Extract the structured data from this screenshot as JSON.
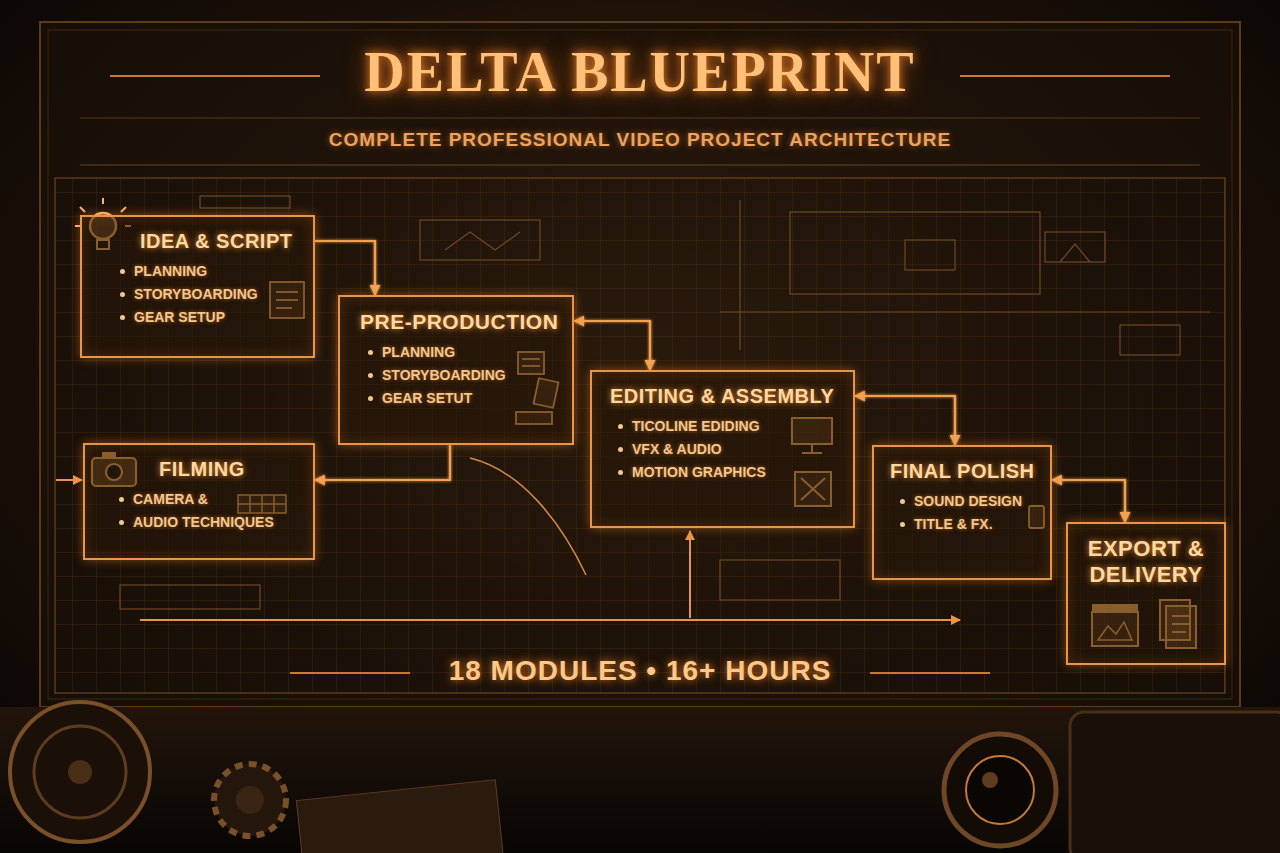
{
  "diagram": {
    "title": "DELTA BLUEPRINT",
    "nodes": [
      {
        "text": [
          "IDEA & SCRIPT",
          "PLANNING",
          "STORYBOARDING",
          "GEAR SETUP"
        ]
      },
      {
        "text": [
          "PRE-PRODUCTION",
          "PLANNING",
          "STORYBOARDING",
          "GEAR SETUT"
        ]
      },
      {
        "text": [
          "EDITING & ASSEMBLY",
          "TICOLINE EDIDING",
          "VFX & AUDIO",
          "MOTION GRAPHICS"
        ]
      },
      {
        "text": [
          "FILMING",
          "CAMERA &",
          "AUDIO TECHNIQUES"
        ]
      },
      {
        "text": [
          "FINAL POLISH",
          "SOUND DESIGN",
          "TITLE & FX."
        ]
      },
      {
        "text": [
          "EXPORT & DELIVERY"
        ]
      }
    ],
    "edges": [
      {
        "from": 0,
        "to": 1,
        "arrow": "to"
      },
      {
        "from": 0,
        "to": 3,
        "arrow": "both"
      },
      {
        "from": 1,
        "to": 2,
        "arrow": "both"
      },
      {
        "from": 1,
        "to": 2,
        "arrow": "to"
      },
      {
        "from": 1,
        "to": 3,
        "arrow": "to"
      },
      {
        "from": 2,
        "to": 4,
        "arrow": "both"
      },
      {
        "from": 2,
        "to": 4,
        "arrow": "to"
      },
      {
        "from": 4,
        "to": 5,
        "arrow": "both"
      }
    ],
    "labels": [
      "COMPLETE PROFESSIONAL VIDEO PROJECT ARCHITECTURE",
      "18 MODULES • 16+ HOURS"
    ]
  }
}
